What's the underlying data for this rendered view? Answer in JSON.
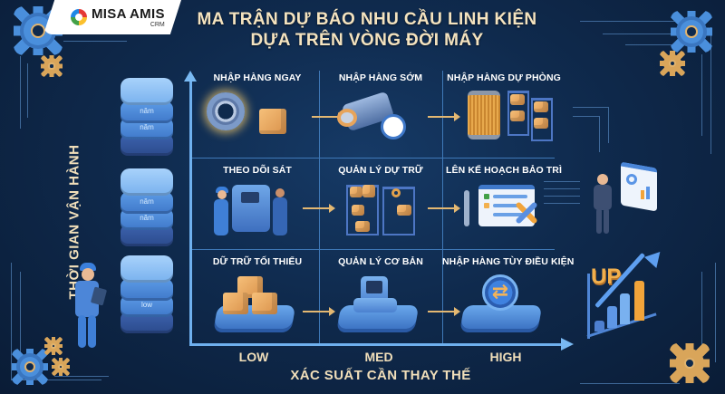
{
  "brand": {
    "name": "MISA AMIS",
    "sub": "CRM"
  },
  "title": {
    "line1": "MA TRẬN DỰ BÁO NHU CẦU LINH KIỆN",
    "line2": "DỰA TRÊN VÒNG ĐỜI MÁY"
  },
  "y_axis": {
    "label": "THỜI GIAN VẬN HÀNH",
    "stacks": [
      {
        "level": "high",
        "cubes": [
          "",
          "năm",
          "năm",
          ""
        ]
      },
      {
        "level": "med",
        "cubes": [
          "",
          "năm",
          "năm",
          ""
        ]
      },
      {
        "level": "low",
        "cubes": [
          "",
          "",
          "low",
          ""
        ]
      }
    ]
  },
  "x_axis": {
    "label": "XÁC SUẤT CẦN THAY THẾ",
    "ticks": [
      "LOW",
      "MED",
      "HIGH"
    ]
  },
  "matrix": {
    "rows": [
      {
        "row": "top",
        "cells": [
          {
            "label": "NHẬP HÀNG NGAY",
            "icon": "bearing-and-box-icon"
          },
          {
            "label": "NHẬP HÀNG SỚM",
            "icon": "shaft-and-stopwatch-icon"
          },
          {
            "label": "NHẬP HÀNG DỰ PHÒNG",
            "icon": "filter-and-shelves-icon"
          }
        ]
      },
      {
        "row": "middle",
        "cells": [
          {
            "label": "THEO DÕI SÁT",
            "icon": "technicians-at-machine-icon"
          },
          {
            "label": "QUẢN LÝ DỰ TRỮ",
            "icon": "storage-shelves-icon"
          },
          {
            "label": "LÊN KẾ HOẠCH BẢO TRÌ",
            "icon": "maintenance-checklist-icon"
          }
        ]
      },
      {
        "row": "bottom",
        "cells": [
          {
            "label": "DỮ TRỮ TỐI THIỂU",
            "icon": "boxes-on-platform-icon"
          },
          {
            "label": "QUẢN LÝ CƠ BẢN",
            "icon": "register-terminal-icon"
          },
          {
            "label": "NHẬP HÀNG TÙY ĐIỀU KIỆN",
            "icon": "exchange-coin-icon"
          }
        ]
      }
    ]
  },
  "decor": {
    "up_text": "UP",
    "exchange_glyph": "⇄"
  },
  "colors": {
    "background": "#0f2a4d",
    "axis": "#6fb0ee",
    "grid": "#3f79b8",
    "title_text": "#f4e3bf",
    "arrow": "#e4b872",
    "accent_gold": "#d9a55a",
    "accent_blue": "#4a8fdc"
  }
}
